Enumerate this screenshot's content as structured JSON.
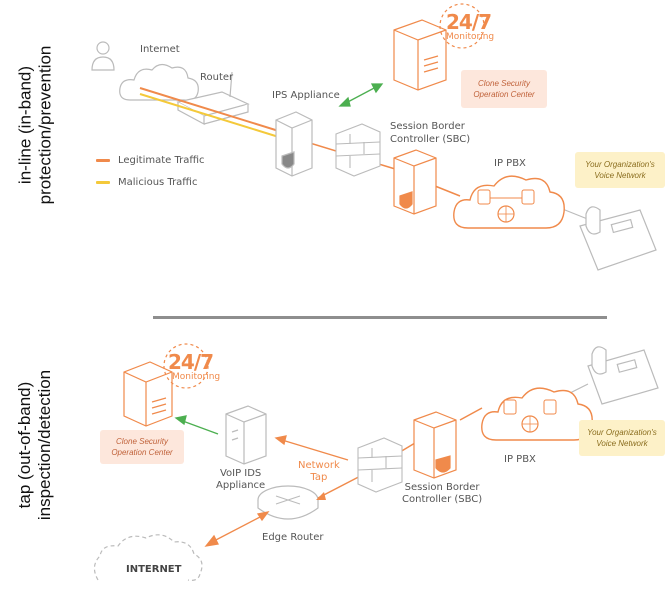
{
  "side_labels": {
    "top": {
      "line1": "in-line (in-band)",
      "line2": "protection/prevention"
    },
    "bottom": {
      "line1": "tap (out-of-band)",
      "line2": "inspection/detection"
    }
  },
  "top_diagram": {
    "internet": "Internet",
    "router": "Router",
    "ips_appliance": "IPS Appliance",
    "sbc_line1": "Session Border",
    "sbc_line2": "Controller (SBC)",
    "ip_pbx": "IP PBX",
    "monitoring_big": "24/7",
    "monitoring_small": "Monitoring",
    "soc_line1": "Clone Security",
    "soc_line2": "Operation Center",
    "org_line1": "Your Organization's",
    "org_line2": "Voice Network",
    "legend": [
      {
        "label": "Legitimate Traffic",
        "color": "#f08a4b"
      },
      {
        "label": "Malicious Traffic",
        "color": "#f4c93a"
      }
    ]
  },
  "bottom_diagram": {
    "monitoring_big": "24/7",
    "monitoring_small": "Monitoring",
    "soc_line1": "Clone Security",
    "soc_line2": "Operation Center",
    "voip_ids_line1": "VoIP IDS",
    "voip_ids_line2": "Appliance",
    "network_tap_line1": "Network",
    "network_tap_line2": "Tap",
    "sbc_line1": "Session Border",
    "sbc_line2": "Controller (SBC)",
    "ip_pbx": "IP PBX",
    "edge_router": "Edge Router",
    "internet": "INTERNET",
    "org_line1": "Your Organization's",
    "org_line2": "Voice Network"
  },
  "colors": {
    "orange": "#f08a4b",
    "yellow": "#f4c93a",
    "green": "#4caf50",
    "peach_box": "#fde7dc",
    "yellow_box": "#fdf1c8",
    "divider": "#8e8e8e"
  }
}
